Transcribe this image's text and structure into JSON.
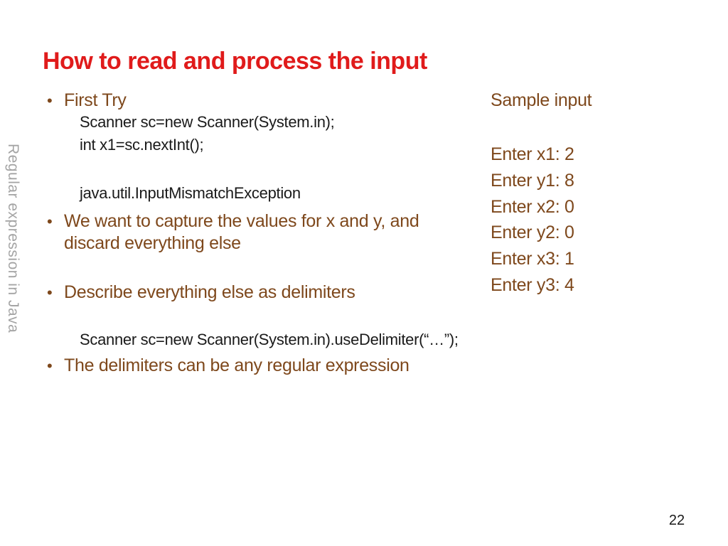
{
  "slide": {
    "title": "How to read and process the input",
    "side_label": "Regular expression in Java",
    "page_number": "22",
    "bullet_glyph": "•",
    "colors": {
      "title_red": "#e01b1b",
      "body_brown": "#7e481c",
      "code_black": "#1a1a1a",
      "side_gray": "#a4a4a4",
      "background": "#ffffff"
    }
  },
  "content": {
    "bullet1": "First Try",
    "code1": "Scanner sc=new Scanner(System.in);",
    "code2": "int x1=sc.nextInt();",
    "exception_line": "java.util.InputMismatchException",
    "bullet2_line1": "We want to capture the values for x and y, and",
    "bullet2_line2": "discard everything else",
    "bullet3": "Describe everything else as delimiters",
    "code3": "Scanner sc=new Scanner(System.in).useDelimiter(“…”);",
    "bullet4": "The delimiters can be any regular expression"
  },
  "sample_input": {
    "heading": "Sample input",
    "lines": [
      "Enter x1: 2",
      "Enter y1: 8",
      "Enter x2: 0",
      "Enter y2: 0",
      "Enter x3: 1",
      "Enter y3: 4"
    ]
  }
}
